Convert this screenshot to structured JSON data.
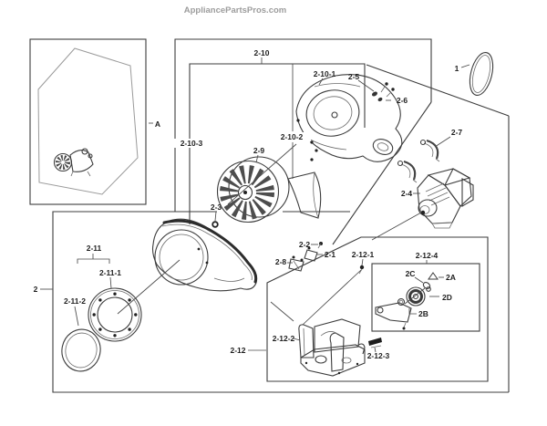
{
  "watermark": "AppliancePartsPros.com",
  "diagram": {
    "labels": {
      "a": "A",
      "one": "1",
      "two": "2",
      "p2_1": "2-1",
      "p2_2": "2-2",
      "p2_3": "2-3",
      "p2_4": "2-4",
      "p2_5": "2-5",
      "p2_6": "2-6",
      "p2_7": "2-7",
      "p2_8": "2-8",
      "p2_9": "2-9",
      "p2_10": "2-10",
      "p2_10_1": "2-10-1",
      "p2_10_2": "2-10-2",
      "p2_10_3": "2-10-3",
      "p2_11": "2-11",
      "p2_11_1": "2-11-1",
      "p2_11_2": "2-11-2",
      "p2_12": "2-12",
      "p2_12_1": "2-12-1",
      "p2_12_2": "2-12-2",
      "p2_12_3": "2-12-3",
      "p2_12_4": "2-12-4",
      "p2a": "2A",
      "p2b": "2B",
      "p2c": "2C",
      "p2d": "2D"
    },
    "colors": {
      "line": "#3c3c3c",
      "label": "#1d1d1d",
      "watermark": "#9c9c9c",
      "background": "#ffffff",
      "belt": "#2c2c2c"
    }
  }
}
